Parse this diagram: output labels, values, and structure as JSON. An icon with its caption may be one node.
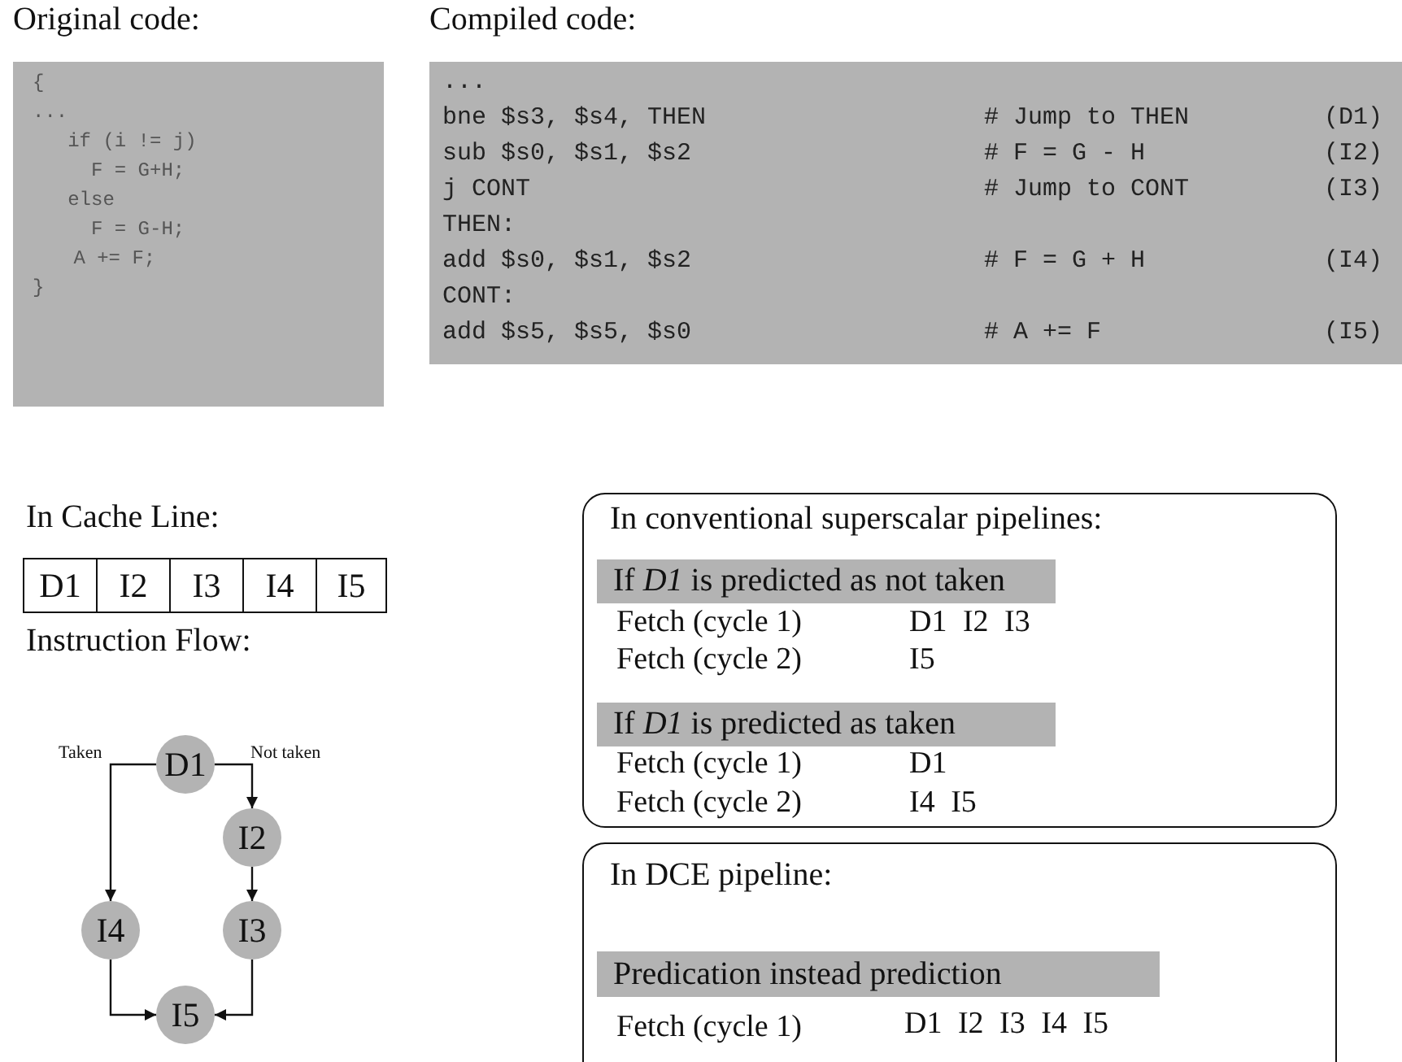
{
  "diagram": {
    "nodes": [
      {
        "text": [
          "Original code:",
          "{",
          "...",
          "if (i != j)",
          "F = G+H;",
          "else",
          "F = G-H;",
          "A += F;",
          "}"
        ]
      },
      {
        "text": [
          "Compiled code:",
          "...",
          "bne $s3, $s4, THEN",
          "# Jump to THEN",
          "(D1)",
          "sub $s0, $s1, $s2",
          "# F = G - H",
          "(I2)",
          "j CONT",
          "# Jump to CONT",
          "(I3)",
          "THEN:",
          "add $s0, $s1, $s2",
          "# F = G + H",
          "(I4)",
          "CONT:",
          "add $s5, $s5, $s0",
          "# A += F",
          "(I5)"
        ]
      },
      {
        "text": [
          "D1"
        ]
      },
      {
        "text": [
          "I2"
        ]
      },
      {
        "text": [
          "I3"
        ]
      },
      {
        "text": [
          "I4"
        ]
      },
      {
        "text": [
          "I5"
        ]
      },
      {
        "text": [
          "D1"
        ]
      },
      {
        "text": [
          "I2"
        ]
      },
      {
        "text": [
          "I4"
        ]
      },
      {
        "text": [
          "I3"
        ]
      },
      {
        "text": [
          "I5"
        ]
      },
      {
        "text": [
          "In conventional superscalar pipelines:",
          "Fetch (cycle 1)",
          "D1 I2 I3",
          "Fetch (cycle 2)",
          "I5",
          "Fetch (cycle 1)",
          "D1",
          "Fetch (cycle 2)",
          "I4 I5"
        ]
      },
      {
        "text": [
          "If *D1* is predicted as not taken"
        ],
        "in": 12
      },
      {
        "text": [
          "If *D1* is predicted as taken"
        ],
        "in": 12
      },
      {
        "text": [
          "In DCE pipeline:",
          "Fetch (cycle 1)",
          "D1 I2 I3 I4 I5"
        ]
      },
      {
        "text": [
          "Predication instead prediction"
        ],
        "in": 15
      }
    ],
    "edges": [
      {
        "from": 7,
        "to": 8,
        "arrow": "to",
        "label": "Not taken"
      },
      {
        "from": 7,
        "to": 9,
        "arrow": "to",
        "label": "Taken"
      },
      {
        "from": 8,
        "to": 10,
        "arrow": "to"
      },
      {
        "from": 10,
        "to": 11,
        "arrow": "to"
      },
      {
        "from": 9,
        "to": 11,
        "arrow": "to"
      }
    ],
    "labels": [
      "In Cache Line:",
      "Instruction Flow:"
    ]
  }
}
